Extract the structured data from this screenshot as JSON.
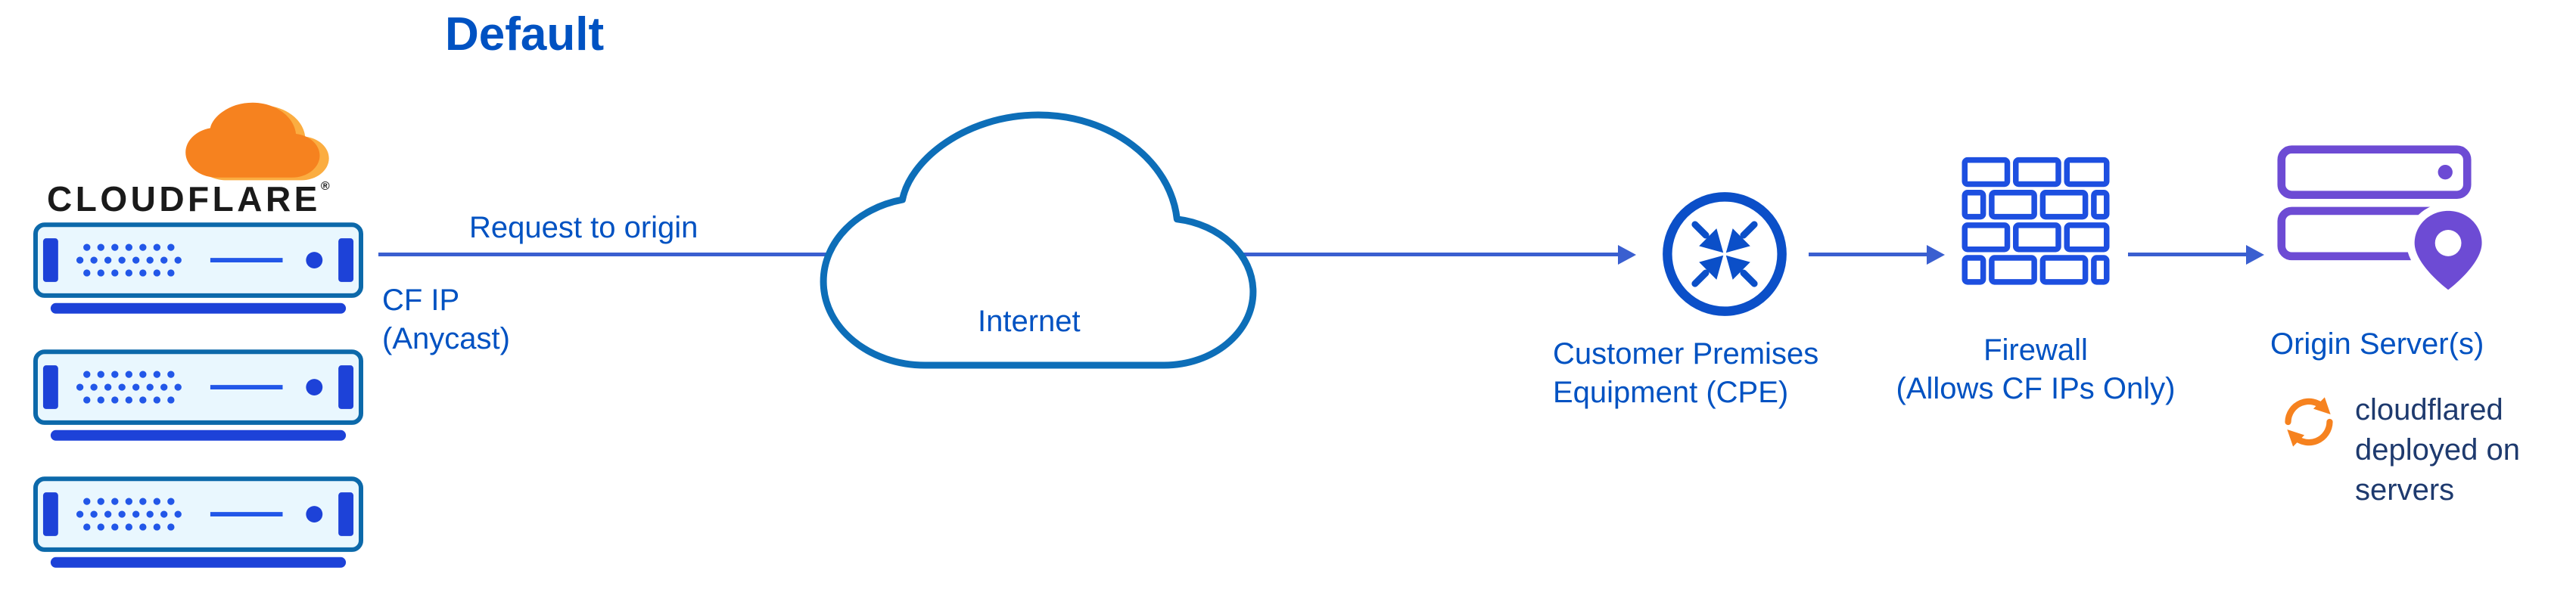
{
  "title": "Default",
  "logo": {
    "brand": "CLOUDFLARE",
    "registered": "®"
  },
  "flow": {
    "request_label": "Request to origin",
    "cf_ip_lines": [
      "CF IP",
      "(Anycast)"
    ],
    "internet_label": "Internet",
    "cpe_lines": [
      "Customer Premises",
      "Equipment (CPE)"
    ],
    "firewall_lines": [
      "Firewall",
      "(Allows CF IPs Only)"
    ],
    "origin_label": "Origin Server(s)",
    "cloudflared_lines": [
      "cloudflared",
      "deployed on",
      "servers"
    ]
  },
  "icons": {
    "cloudflare-logo-cloud-icon": "orange cloud brand mark",
    "edge-server-icon": "cloudflare edge server rack (x3)",
    "internet-cloud-icon": "cloud outline",
    "cpe-router-icon": "circle with four converging arrows",
    "firewall-icon": "brick wall",
    "origin-servers-icon": "stacked servers with location pin",
    "cloudflared-sync-icon": "circular sync arrows",
    "flow-arrow": "right-pointing connector arrow"
  },
  "colors": {
    "text_blue": "#0052c2",
    "navy": "#1e3a6e",
    "arrow_blue": "#3a5fd0",
    "cloud_blue": "#0d6eb8",
    "cpe_blue": "#0b4fc8",
    "brick_blue": "#1d4fe0",
    "server_border": "#0c69aa",
    "server_fill": "#e9f7fe",
    "server_accent": "#2257e8",
    "server_dark": "#1d42d8",
    "purple": "#6d4bd4",
    "orange": "#f6821f",
    "orange_light": "#fbad41",
    "wordmark": "#1a1a1a"
  }
}
